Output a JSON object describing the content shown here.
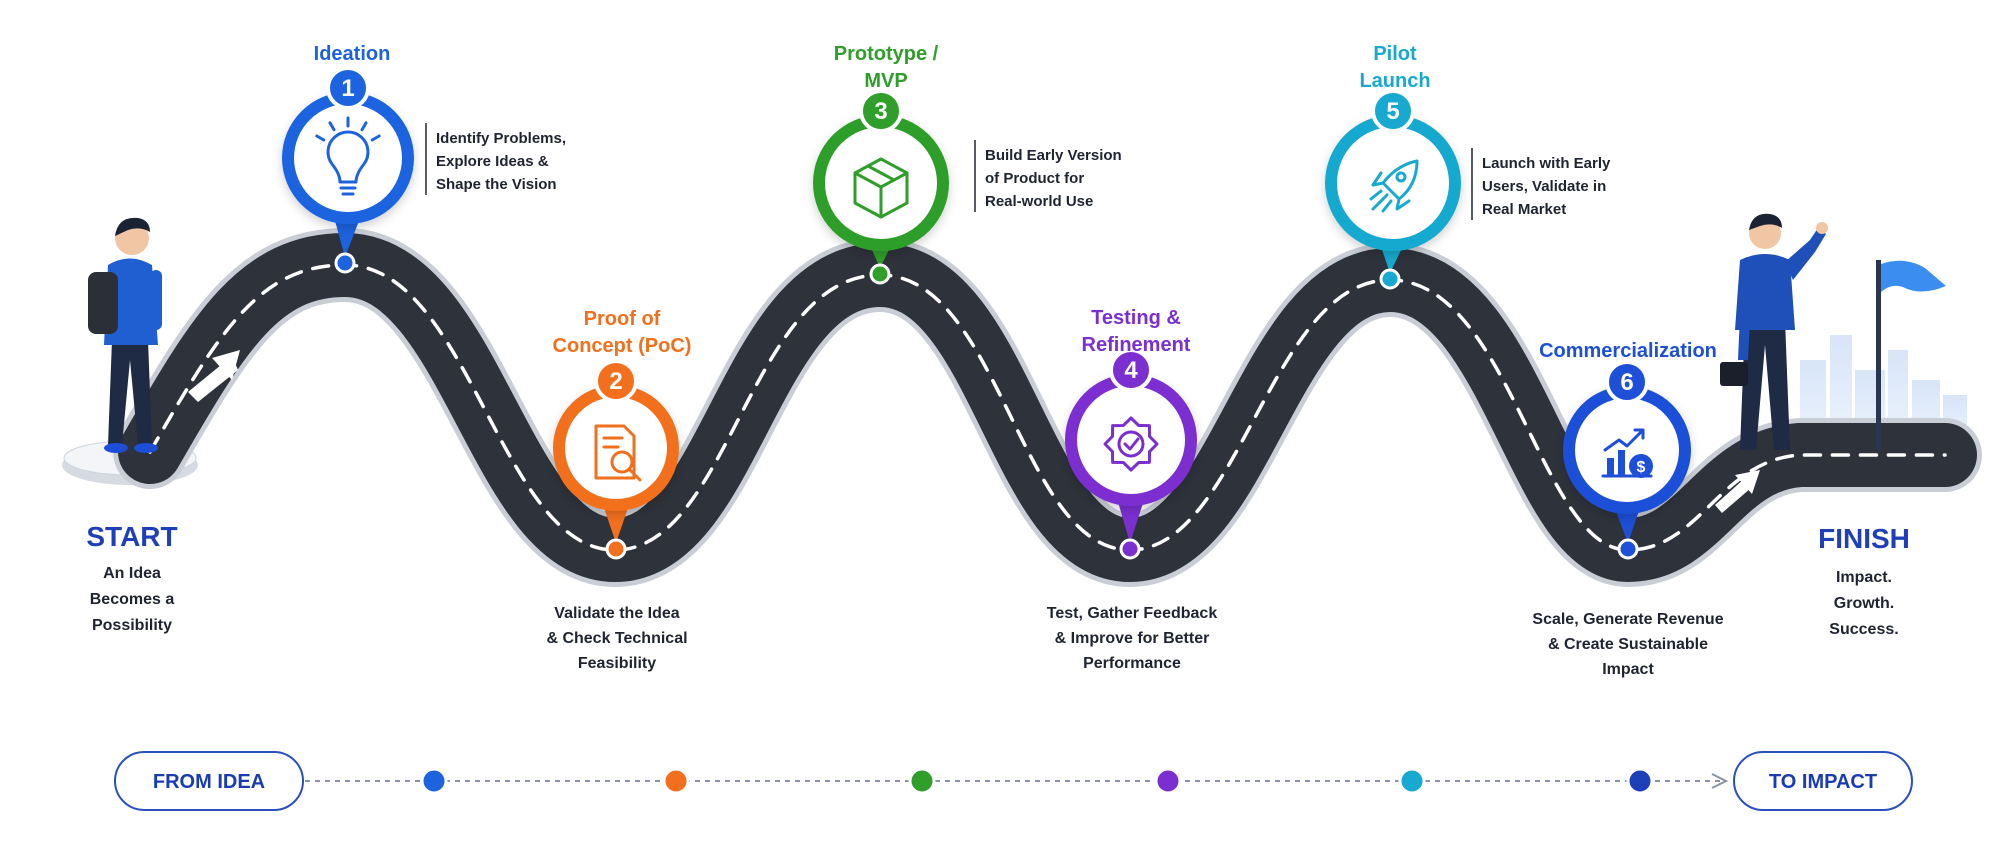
{
  "start": {
    "title": "START",
    "lines": [
      "An Idea",
      "Becomes a",
      "Possibility"
    ]
  },
  "finish": {
    "title": "FINISH",
    "lines": [
      "Impact.",
      "Growth.",
      "Success."
    ]
  },
  "stages": [
    {
      "number": "1",
      "title_lines": [
        "Ideation"
      ],
      "desc_lines": [
        "Identify Problems,",
        "Explore Ideas &",
        "Shape the Vision"
      ],
      "color": "#1d63e0",
      "icon": "lightbulb-icon"
    },
    {
      "number": "2",
      "title_lines": [
        "Proof of",
        "Concept (PoC)"
      ],
      "desc_lines": [
        "Validate the Idea",
        "& Check Technical",
        "Feasibility"
      ],
      "color": "#f2701d",
      "icon": "document-search-icon"
    },
    {
      "number": "3",
      "title_lines": [
        "Prototype /",
        "MVP"
      ],
      "desc_lines": [
        "Build Early Version",
        "of Product for",
        "Real-world Use"
      ],
      "color": "#2f9e2a",
      "icon": "box-icon"
    },
    {
      "number": "4",
      "title_lines": [
        "Testing &",
        "Refinement"
      ],
      "desc_lines": [
        "Test, Gather Feedback",
        "& Improve for Better",
        "Performance"
      ],
      "color": "#7b2fd0",
      "icon": "gear-check-icon"
    },
    {
      "number": "5",
      "title_lines": [
        "Pilot",
        "Launch"
      ],
      "desc_lines": [
        "Launch with Early",
        "Users, Validate in",
        "Real Market"
      ],
      "color": "#17a9cf",
      "icon": "rocket-icon"
    },
    {
      "number": "6",
      "title_lines": [
        "Commercialization"
      ],
      "desc_lines": [
        "Scale, Generate Revenue",
        "& Create Sustainable",
        "Impact"
      ],
      "color": "#1d4fd8",
      "icon": "growth-chart-icon"
    }
  ],
  "timeline": {
    "from_label": "FROM IDEA",
    "to_label": "TO IMPACT",
    "dot_colors": [
      "#1d63e0",
      "#f2701d",
      "#2f9e2a",
      "#7b2fd0",
      "#17a9cf",
      "#1d3fb8"
    ]
  }
}
